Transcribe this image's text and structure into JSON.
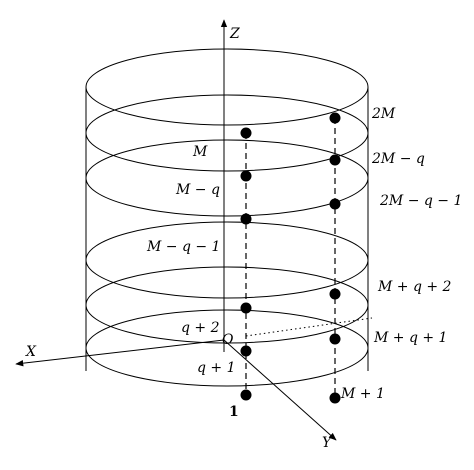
{
  "axes": {
    "x_label": "X",
    "y_label": "Y",
    "z_label": "Z",
    "origin_label": "O"
  },
  "labels": {
    "left": {
      "m": "M",
      "m_minus_q": "M − q",
      "m_minus_q_minus_1": "M − q − 1",
      "q_plus_2": "q + 2",
      "q_plus_1": "q + 1",
      "one": "1"
    },
    "right": {
      "two_m": "2M",
      "two_m_minus_q": "2M − q",
      "two_m_minus_q_minus_1": "2M − q − 1",
      "m_plus_q_plus_2": "M + q + 2",
      "m_plus_q_plus_1": "M + q + 1",
      "m_plus_1": "M + 1"
    }
  }
}
